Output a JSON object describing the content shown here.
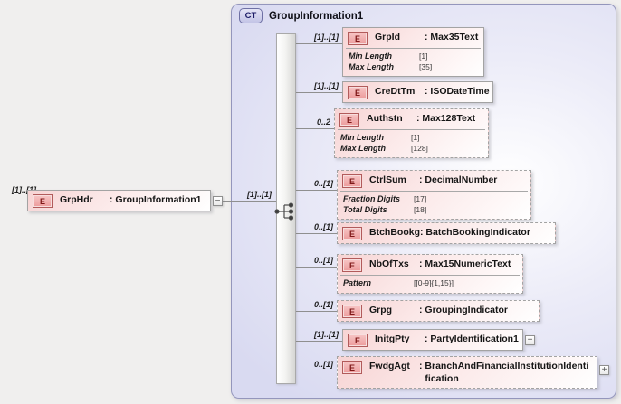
{
  "header": {
    "badge": "CT",
    "title": "GroupInformation1"
  },
  "root": {
    "cardinality": "[1]..[1]",
    "badge": "E",
    "name": "GrpHdr",
    "type": "GroupInformation1",
    "inner_cardinality": "[1]..[1]"
  },
  "icons": {
    "collapse": "−",
    "expand": "+"
  },
  "elements": [
    {
      "badge": "E",
      "name": "GrpId",
      "type": "Max35Text",
      "cardinality": "[1]..[1]",
      "style": "solid",
      "facets": [
        {
          "label": "Min Length",
          "value": "[1]"
        },
        {
          "label": "Max Length",
          "value": "[35]"
        }
      ]
    },
    {
      "badge": "E",
      "name": "CreDtTm",
      "type": "ISODateTime",
      "cardinality": "[1]..[1]",
      "style": "solid",
      "facets": []
    },
    {
      "badge": "E",
      "name": "Authstn",
      "type": "Max128Text",
      "cardinality": "0..2",
      "style": "dashed",
      "facets": [
        {
          "label": "Min Length",
          "value": "[1]"
        },
        {
          "label": "Max Length",
          "value": "[128]"
        }
      ]
    },
    {
      "badge": "E",
      "name": "CtrlSum",
      "type": "DecimalNumber",
      "cardinality": "0..[1]",
      "style": "dashed",
      "facets": [
        {
          "label": "Fraction Digits",
          "value": "[17]"
        },
        {
          "label": "Total Digits",
          "value": "[18]"
        }
      ]
    },
    {
      "badge": "E",
      "name": "BtchBookg",
      "type": "BatchBookingIndicator",
      "cardinality": "0..[1]",
      "style": "dashed",
      "facets": []
    },
    {
      "badge": "E",
      "name": "NbOfTxs",
      "type": "Max15NumericText",
      "cardinality": "0..[1]",
      "style": "dashed",
      "facets": [
        {
          "label": "Pattern",
          "value": "[[0-9]{1,15}]"
        }
      ]
    },
    {
      "badge": "E",
      "name": "Grpg",
      "type": "GroupingIndicator",
      "cardinality": "0..[1]",
      "style": "dashed",
      "facets": []
    },
    {
      "badge": "E",
      "name": "InitgPty",
      "type": "PartyIdentification1",
      "cardinality": "[1]..[1]",
      "style": "solid",
      "facets": [],
      "expandable": true
    },
    {
      "badge": "E",
      "name": "FwdgAgt",
      "type": "BranchAndFinancialInstitutionIdentification",
      "cardinality": "0..[1]",
      "style": "dashed",
      "facets": [],
      "expandable": true,
      "wrap": true
    }
  ],
  "colors": {
    "canvas": "#f0efee",
    "container_fill": "#d9daf1",
    "container_border": "#9496bc",
    "element_fill": "#f7d4d4",
    "element_border": "#a3a3a3",
    "badge_border": "#b25b5b",
    "badge_text": "#7f1818",
    "connector": "#8f8f8f"
  }
}
